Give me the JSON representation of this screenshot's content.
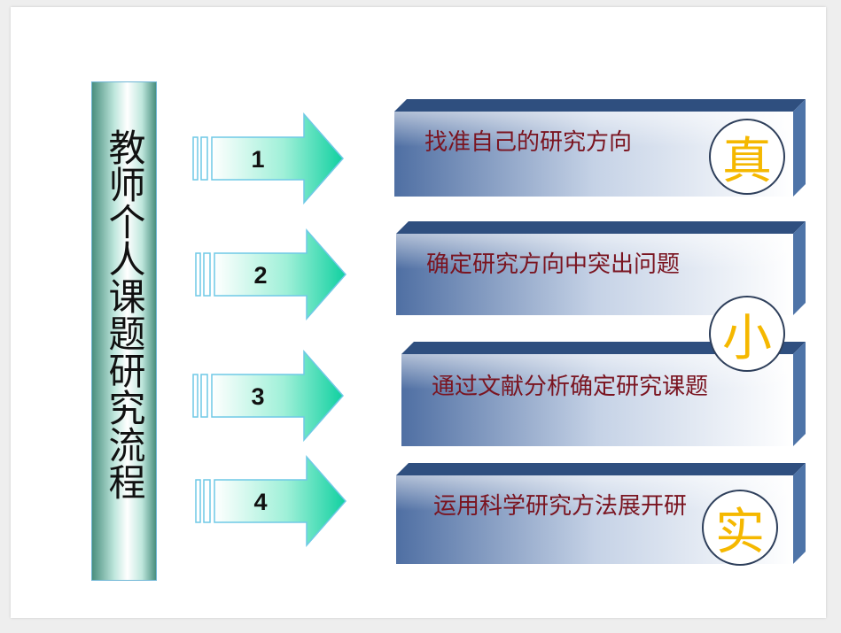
{
  "title": "教师个人课题研究流程",
  "steps": [
    {
      "number": "1",
      "text": "找准自己的研究方向"
    },
    {
      "number": "2",
      "text": "确定研究方向中突出问题"
    },
    {
      "number": "3",
      "text": "通过文献分析确定研究课题"
    },
    {
      "number": "4",
      "text": "运用科学研究方法展开研"
    }
  ],
  "badges": [
    "真",
    "小",
    "实"
  ],
  "colors": {
    "box_text": "#7a1420",
    "badge_text": "#f5b800",
    "arrow_fill": "#1fd6a8",
    "box_top": "#2f4f7f"
  }
}
